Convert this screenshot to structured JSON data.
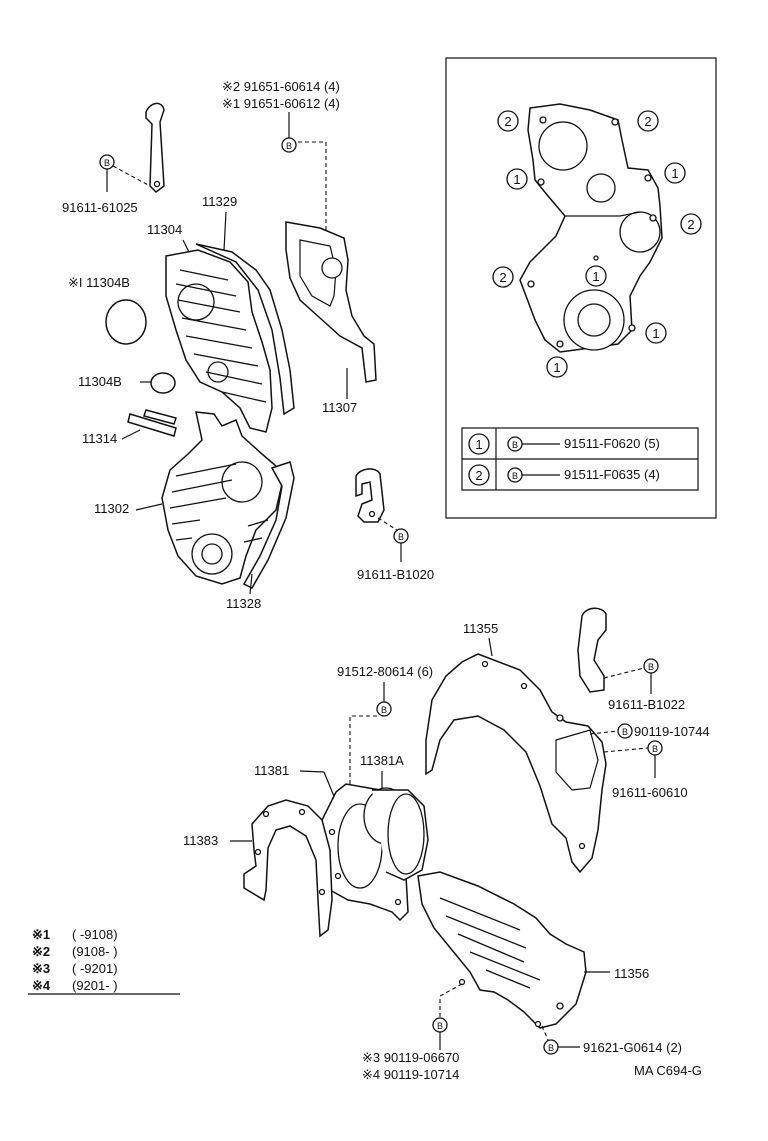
{
  "diagram": {
    "labels": {
      "top_bolt_2": "※2 91651-60614 (4)",
      "top_bolt_1": "※1 91651-60612 (4)",
      "bracket_left": "91611-61025",
      "p11329": "11329",
      "p11304": "11304",
      "p11304B_star": "※I 11304B",
      "p11304B": "11304B",
      "p11314": "11314",
      "p11302": "11302",
      "p11328": "11328",
      "p11307": "11307",
      "bracket_mid": "91611-B1020",
      "p11355": "11355",
      "bolt_91512": "91512-80614 (6)",
      "bracket_right": "91611-B1022",
      "bolt_90119_10744": "90119-10744",
      "bolt_91611_60610": "91611-60610",
      "p11381": "11381",
      "p11381A": "11381A",
      "p11383": "11383",
      "p11356": "11356",
      "bolt_91621": "91621-G0614 (2)",
      "bolt_star3": "※3 90119-06670",
      "bolt_star4": "※4 90119-10714",
      "diagram_code": "MA C694-G",
      "b_symbol": "B"
    },
    "inset": {
      "marks": {
        "one": "1",
        "two": "2"
      },
      "legend": [
        {
          "num": "1",
          "part": "91511-F0620 (5)"
        },
        {
          "num": "2",
          "part": "91511-F0635 (4)"
        }
      ]
    },
    "notes": [
      {
        "mark": "※1",
        "range": "(        -9108)"
      },
      {
        "mark": "※2",
        "range": "(9108-        )"
      },
      {
        "mark": "※3",
        "range": "(        -9201)"
      },
      {
        "mark": "※4",
        "range": "(9201-        )"
      }
    ]
  }
}
